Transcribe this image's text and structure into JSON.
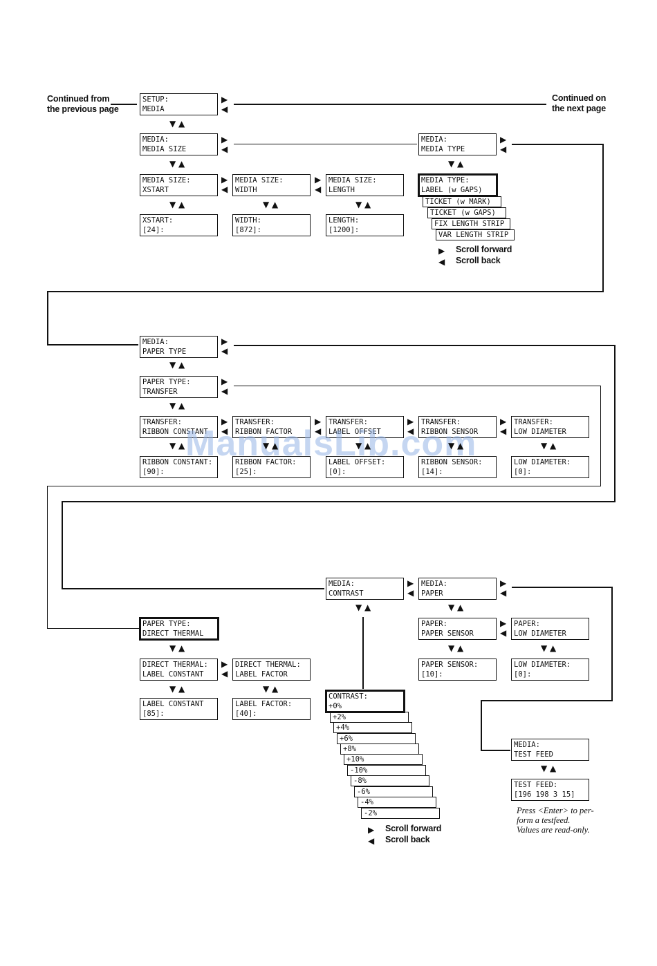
{
  "labels": {
    "continued_from": [
      "Continued from",
      "the previous page"
    ],
    "continued_on": [
      "Continued on",
      "the next page"
    ],
    "scroll_forward": "Scroll forward",
    "scroll_back": "Scroll back",
    "press_enter_note": [
      "Press <Enter> to per-",
      "form a testfeed.",
      "Values are read-only."
    ],
    "watermark": "ManualsLib.com"
  },
  "boxes": {
    "setup_media": [
      "SETUP:",
      "MEDIA"
    ],
    "media_media_size": [
      "MEDIA:",
      "MEDIA SIZE"
    ],
    "media_media_type": [
      "MEDIA:",
      "MEDIA TYPE"
    ],
    "media_size_xstart": [
      "MEDIA SIZE:",
      "XSTART"
    ],
    "media_size_width": [
      "MEDIA SIZE:",
      "WIDTH"
    ],
    "media_size_length": [
      "MEDIA SIZE:",
      "LENGTH"
    ],
    "xstart_val": [
      "XSTART:",
      "[24]:"
    ],
    "width_val": [
      "WIDTH:",
      "[872]:"
    ],
    "length_val": [
      "LENGTH:",
      "[1200]:"
    ],
    "media_type_label": [
      "MEDIA TYPE:",
      "LABEL (w GAPS)"
    ],
    "media_paper_type": [
      "MEDIA:",
      "PAPER TYPE"
    ],
    "paper_type_transfer": [
      "PAPER TYPE:",
      "TRANSFER"
    ],
    "transfer_ribbon_constant": [
      "TRANSFER:",
      "RIBBON CONSTANT"
    ],
    "transfer_ribbon_factor": [
      "TRANSFER:",
      "RIBBON FACTOR"
    ],
    "transfer_label_offset": [
      "TRANSFER:",
      "LABEL OFFSET"
    ],
    "transfer_ribbon_sensor": [
      "TRANSFER:",
      "RIBBON SENSOR"
    ],
    "transfer_low_diameter": [
      "TRANSFER:",
      "LOW DIAMETER"
    ],
    "ribbon_constant_val": [
      "RIBBON CONSTANT:",
      "[90]:"
    ],
    "ribbon_factor_val": [
      "RIBBON FACTOR:",
      "[25]:"
    ],
    "label_offset_val": [
      "LABEL OFFSET:",
      "[0]:"
    ],
    "ribbon_sensor_val": [
      "RIBBON SENSOR:",
      "[14]:"
    ],
    "low_diameter_val_1": [
      "LOW DIAMETER:",
      "[0]:"
    ],
    "media_contrast": [
      "MEDIA:",
      "CONTRAST"
    ],
    "media_paper": [
      "MEDIA:",
      "PAPER"
    ],
    "paper_type_direct_thermal": [
      "PAPER TYPE:",
      "DIRECT THERMAL"
    ],
    "paper_paper_sensor": [
      "PAPER:",
      "PAPER SENSOR"
    ],
    "paper_low_diameter": [
      "PAPER:",
      "LOW DIAMETER"
    ],
    "direct_thermal_label_constant": [
      "DIRECT THERMAL:",
      "LABEL CONSTANT"
    ],
    "direct_thermal_label_factor": [
      "DIRECT THERMAL:",
      "LABEL FACTOR"
    ],
    "paper_sensor_val": [
      "PAPER SENSOR:",
      "[10]:"
    ],
    "low_diameter_val_2": [
      "LOW DIAMETER:",
      "[0]:"
    ],
    "label_constant_val": [
      "LABEL CONSTANT",
      "[85]:"
    ],
    "label_factor_val": [
      "LABEL FACTOR:",
      "[40]:"
    ],
    "contrast_val": [
      "CONTRAST:",
      "+0%"
    ],
    "media_test_feed": [
      "MEDIA:",
      "TEST FEED"
    ],
    "test_feed_val": [
      "TEST FEED:",
      "[196 198 3 15]"
    ]
  },
  "media_type_options": [
    "TICKET (w MARK)",
    "TICKET (w GAPS)",
    "FIX LENGTH STRIP",
    "VAR LENGTH STRIP"
  ],
  "contrast_options": [
    "+2%",
    "+4%",
    "+6%",
    "+8%",
    "+10%",
    "-10%",
    "-8%",
    "-6%",
    "-4%",
    "-2%"
  ]
}
